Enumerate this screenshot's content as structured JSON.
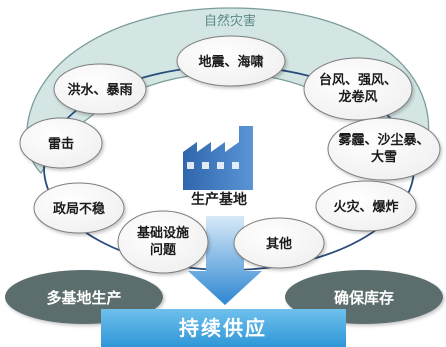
{
  "arc_title": "自然灾害",
  "center_label": "生产基地",
  "risks": [
    {
      "label": "地震、海啸"
    },
    {
      "label": "洪水、暴雨"
    },
    {
      "label": "台风、强风、龙卷风"
    },
    {
      "label": "雷击"
    },
    {
      "label": "雾霾、沙尘暴、大雪"
    },
    {
      "label": "政局不稳"
    },
    {
      "label": "火灾、爆炸"
    },
    {
      "label": "基础设施问题"
    },
    {
      "label": "其他"
    }
  ],
  "left_strategy": "多基地生产",
  "right_strategy": "确保库存",
  "bottom_banner": "持续供应",
  "colors": {
    "arc_fill": "#d3e6e4",
    "arc_stroke": "#7b9c9b",
    "risk_line": "#2a4b7c",
    "node_fill": "#ffffff",
    "node_stroke": "#7a7a7a",
    "factory": "#3f74b8",
    "strategy_fill": "#5b6d6e",
    "banner_fill": "#4aa8df",
    "arrow_fill": "#3a8dd6"
  }
}
